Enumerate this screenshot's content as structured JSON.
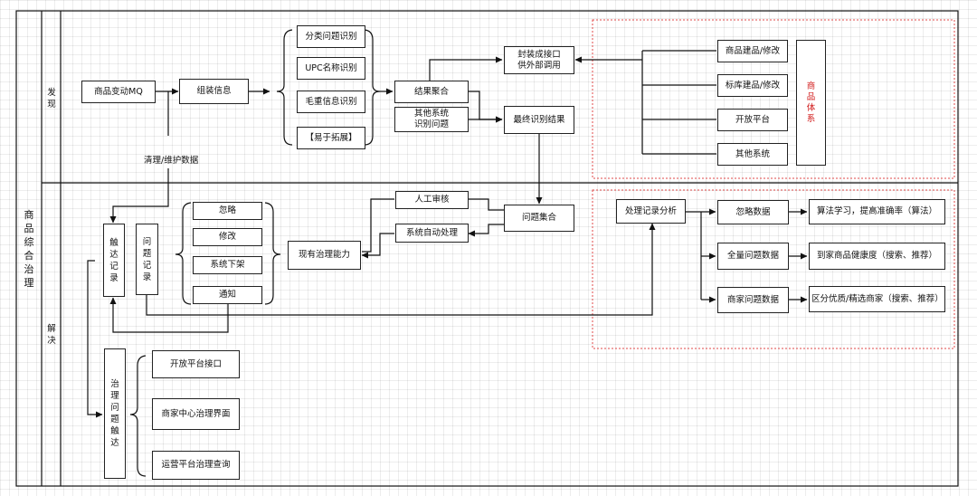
{
  "diagram": {
    "title": "商品综合治理",
    "lanes": {
      "discover": "发现",
      "resolve": "解决"
    },
    "discover": {
      "mq": "商品变动MQ",
      "assemble": "组装信息",
      "recognizers": [
        "分类问题识别",
        "UPC名称识别",
        "毛重信息识别",
        "【易于拓展】"
      ],
      "aggregate": "结果聚合",
      "other_systems_issue": "其他系统\n识别问题",
      "encapsulate": "封装成接口\n供外部调用",
      "final_result": "最终识别结果",
      "sources": [
        "商品建品/修改",
        "标库建品/修改",
        "开放平台",
        "其他系统"
      ],
      "product_system": "商品体系"
    },
    "link_label": "清理/维护数据",
    "resolve": {
      "issue_set": "问题集合",
      "manual_review": "人工审核",
      "auto_process": "系统自动处理",
      "governance": "现有治理能力",
      "actions": [
        "忽略",
        "修改",
        "系统下架",
        "通知"
      ],
      "reach_record": "触达记录",
      "issue_record": "问题记录",
      "analysis": "处理记录分析",
      "analysis_outputs": [
        {
          "data": "忽略数据",
          "use": "算法学习，提高准确率（算法）"
        },
        {
          "data": "全量问题数据",
          "use": "到家商品健康度（搜索、推荐）"
        },
        {
          "data": "商家问题数据",
          "use": "区分优质/精选商家（搜索、推荐）"
        }
      ],
      "reach": "治理问题触达",
      "reach_channels": [
        "开放平台接口",
        "商家中心治理界面",
        "运营平台治理查询"
      ]
    }
  }
}
